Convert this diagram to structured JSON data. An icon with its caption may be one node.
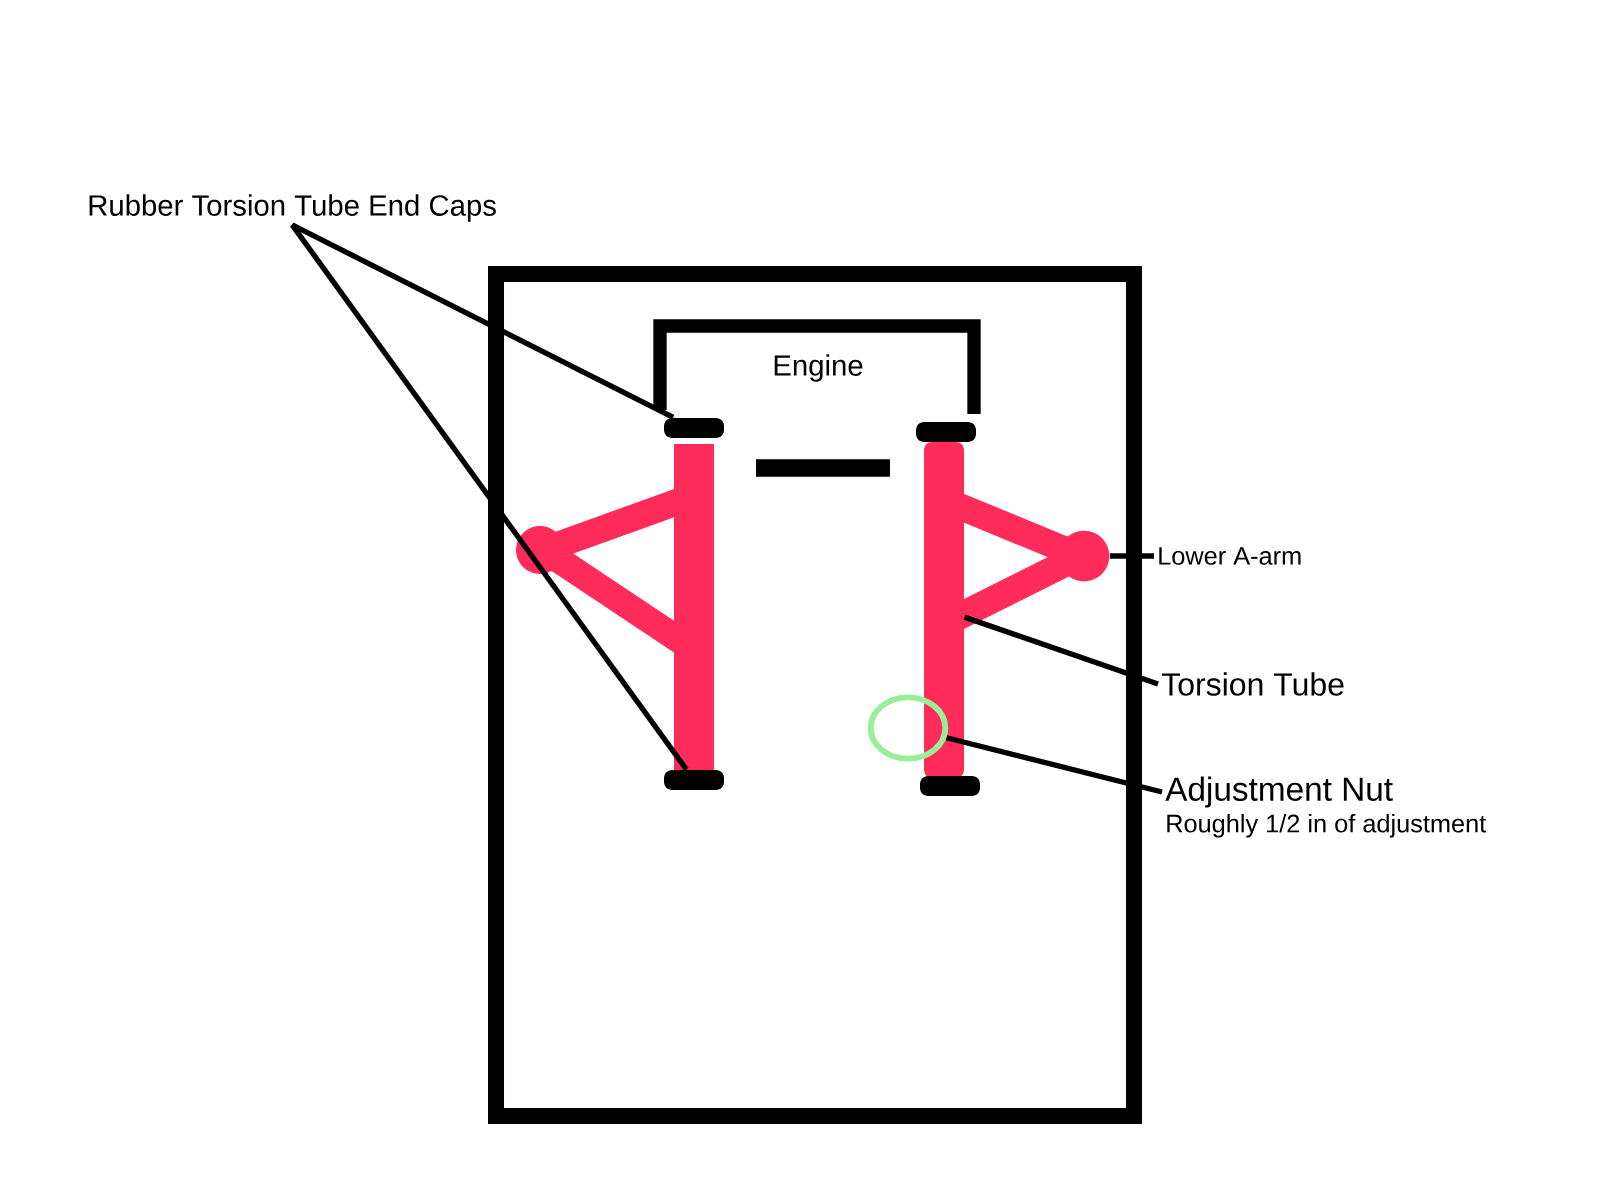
{
  "diagram": {
    "nodes": [
      {
        "text": [
          "Rubber Torsion Tube End Caps"
        ]
      },
      {
        "text": [
          "Engine"
        ]
      },
      {
        "text": [],
        "shape": "bar"
      },
      {
        "text": [],
        "shape": "bar"
      },
      {
        "text": [],
        "shape": "circle"
      },
      {
        "text": [],
        "shape": "bar"
      },
      {
        "text": [],
        "shape": "circle"
      },
      {
        "text": [],
        "shape": "bar"
      },
      {
        "text": [],
        "shape": "bar"
      },
      {
        "text": [
          "Lower A-arm"
        ]
      },
      {
        "text": [
          "Torsion Tube"
        ]
      },
      {
        "text": [
          "Adjustment Nut"
        ],
        "beside": [
          "Roughly 1/2 in of adjustment"
        ]
      }
    ],
    "edges": [
      {
        "from": 0,
        "to": 2,
        "arrow": "none"
      },
      {
        "from": 0,
        "to": 7,
        "arrow": "none"
      },
      {
        "from": 9,
        "to": 4,
        "arrow": "none"
      },
      {
        "from": 10,
        "to": 5,
        "arrow": "none"
      },
      {
        "from": 11,
        "to": 6,
        "arrow": "none"
      }
    ]
  }
}
